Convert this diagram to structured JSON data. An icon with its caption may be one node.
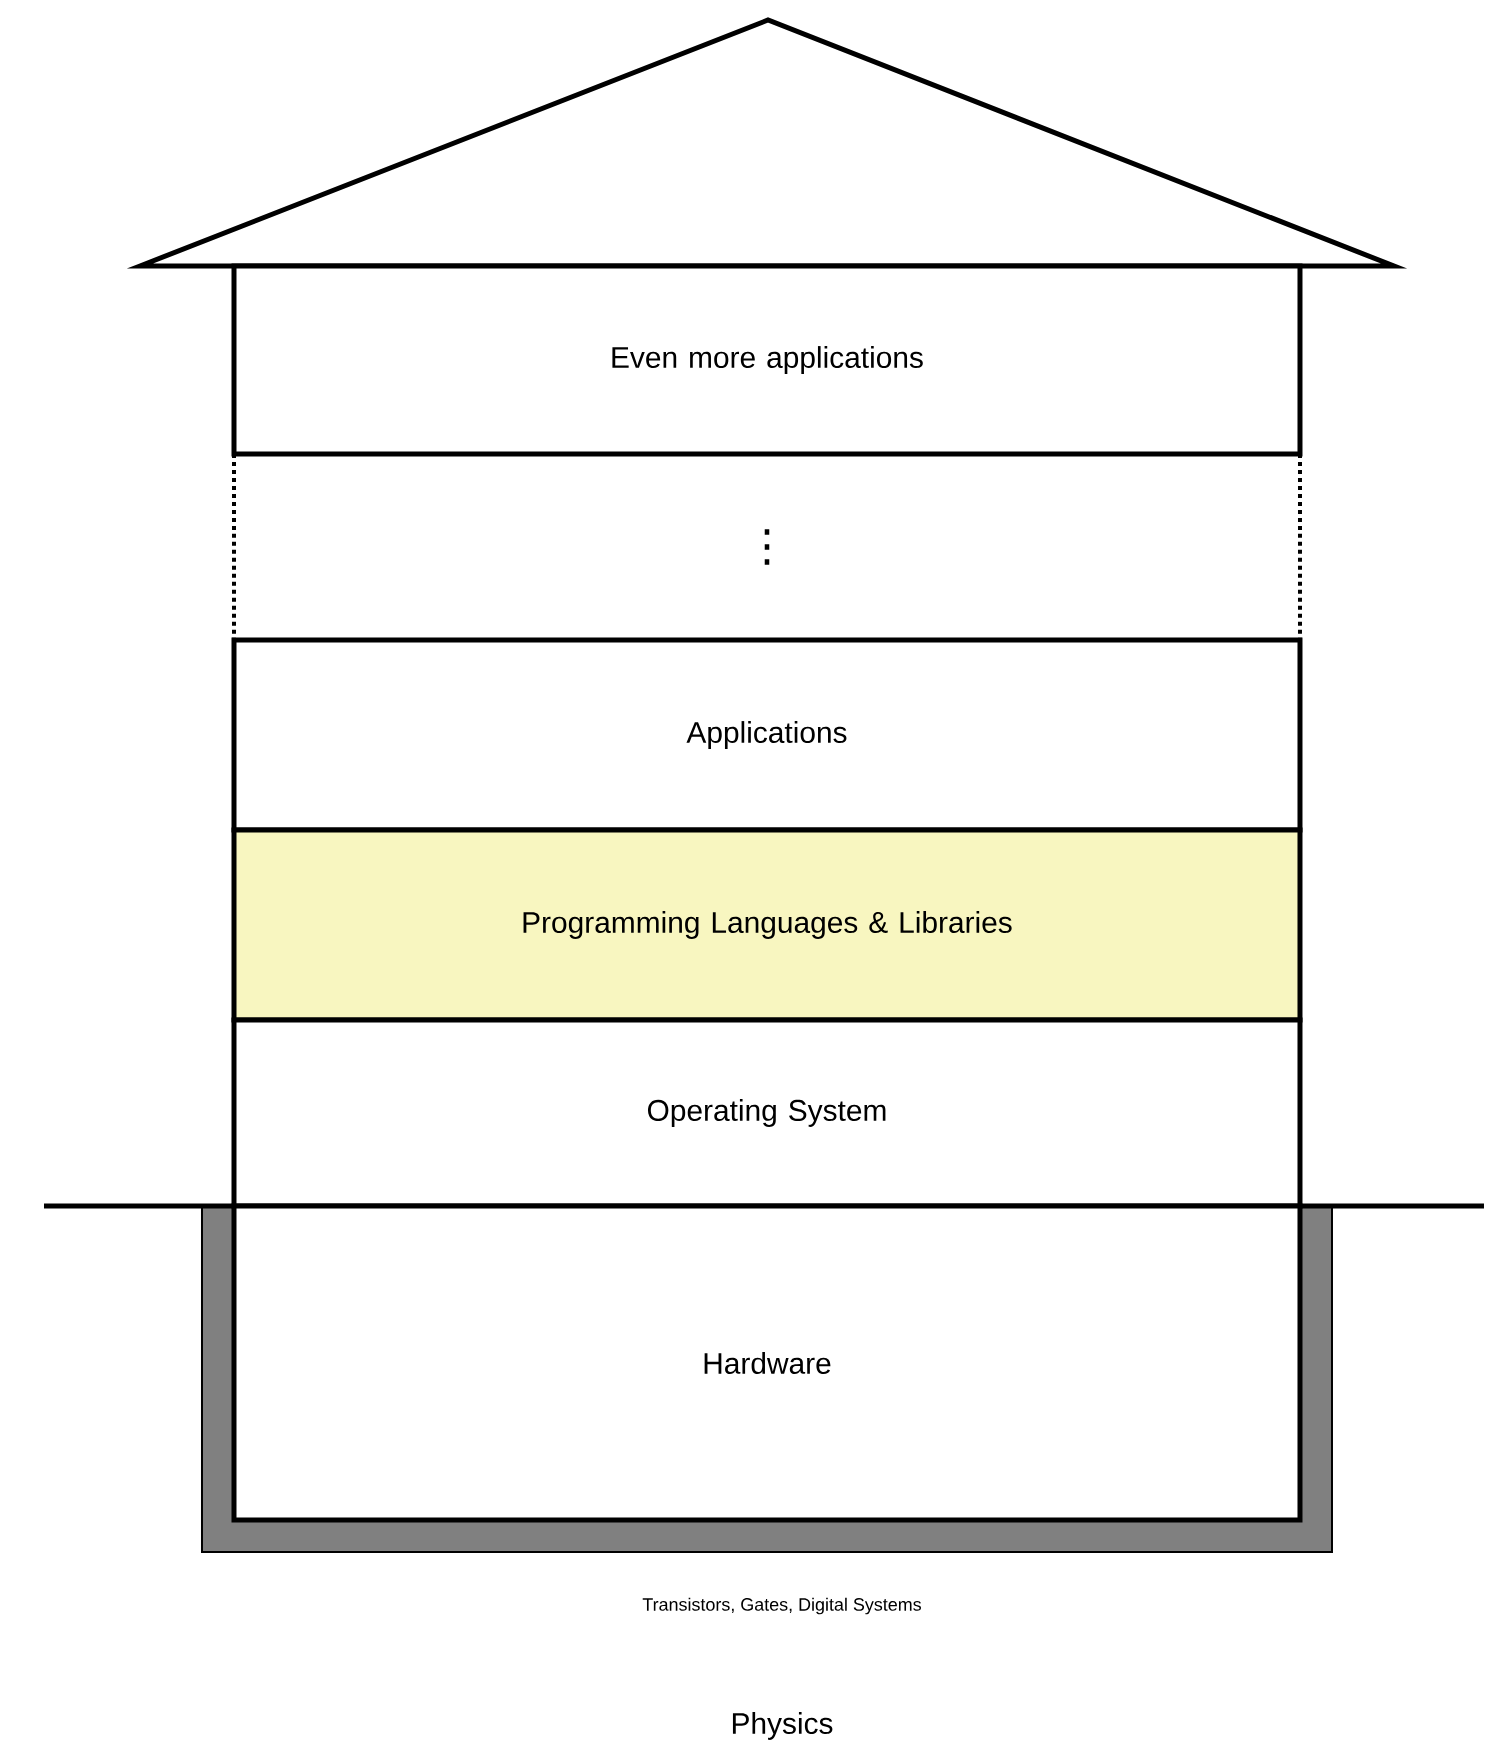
{
  "diagram": {
    "nodes": [
      {
        "text": [
          "Even more applications"
        ]
      },
      {
        "text": [
          "⋮"
        ]
      },
      {
        "text": [
          "Applications"
        ]
      },
      {
        "text": [
          "Programming Languages & Libraries"
        ]
      },
      {
        "text": [
          "Operating System"
        ]
      },
      {
        "text": [
          "Hardware"
        ]
      }
    ],
    "labels": [
      "Transistors, Gates, Digital Systems",
      "Physics"
    ]
  }
}
